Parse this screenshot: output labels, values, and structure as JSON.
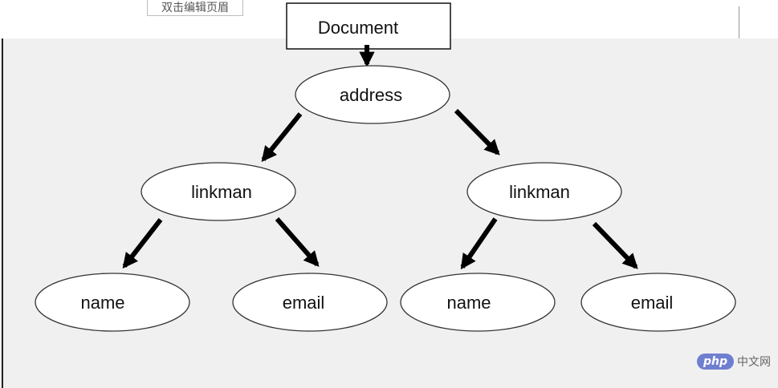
{
  "toolbar": {
    "edit_header_label": "双击编辑页眉"
  },
  "diagram": {
    "root_label": "Document",
    "nodes": [
      {
        "id": "address",
        "label": "address"
      },
      {
        "id": "linkman-left",
        "label": "linkman"
      },
      {
        "id": "linkman-right",
        "label": "linkman"
      },
      {
        "id": "name-left",
        "label": "name"
      },
      {
        "id": "email-left",
        "label": "email"
      },
      {
        "id": "name-right",
        "label": "name"
      },
      {
        "id": "email-right",
        "label": "email"
      }
    ],
    "edges": [
      {
        "from": "Document",
        "to": "address"
      },
      {
        "from": "address",
        "to": "linkman-left"
      },
      {
        "from": "address",
        "to": "linkman-right"
      },
      {
        "from": "linkman-left",
        "to": "name-left"
      },
      {
        "from": "linkman-left",
        "to": "email-left"
      },
      {
        "from": "linkman-right",
        "to": "name-right"
      },
      {
        "from": "linkman-right",
        "to": "email-right"
      }
    ]
  },
  "watermark": {
    "logo": "php",
    "text": "中文网"
  }
}
